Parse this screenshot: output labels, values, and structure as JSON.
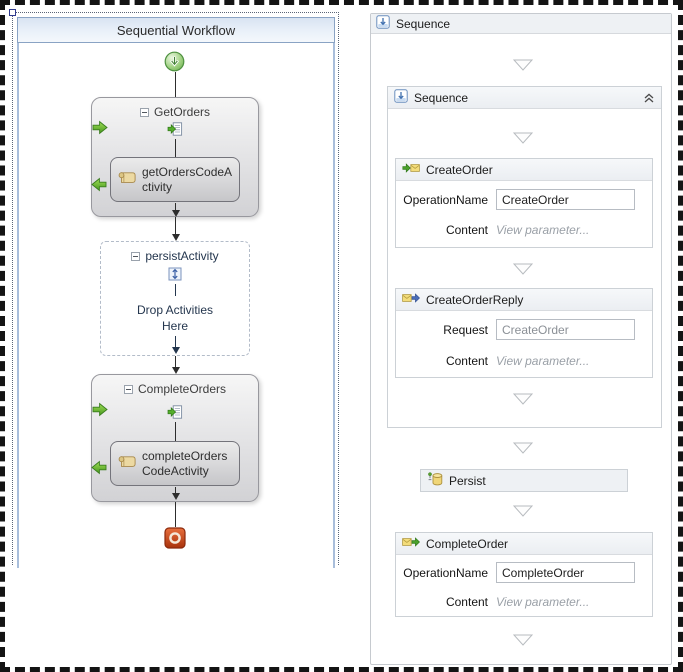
{
  "workflow_panel": {
    "title": "Sequential Workflow",
    "get_orders": {
      "title": "GetOrders",
      "child_label": "getOrdersCodeActivity"
    },
    "persist_activity": {
      "title": "persistActivity",
      "drop_hint": "Drop Activities Here"
    },
    "complete_orders": {
      "title": "CompleteOrders",
      "child_label": "completeOrdersCodeActivity"
    }
  },
  "designer_panel": {
    "breadcrumb": {
      "label": "Sequence"
    },
    "sequence": {
      "title": "Sequence"
    },
    "create_order": {
      "title": "CreateOrder",
      "operation_name_label": "OperationName",
      "operation_name_value": "CreateOrder",
      "content_label": "Content",
      "content_value": "View parameter..."
    },
    "create_order_reply": {
      "title": "CreateOrderReply",
      "request_label": "Request",
      "request_value": "CreateOrder",
      "content_label": "Content",
      "content_value": "View parameter..."
    },
    "persist": {
      "title": "Persist"
    },
    "complete_order": {
      "title": "CompleteOrder",
      "operation_name_label": "OperationName",
      "operation_name_value": "CompleteOrder",
      "content_label": "Content",
      "content_value": "View parameter..."
    }
  },
  "colors": {
    "workflow_border_blue": "#a9bedb",
    "green_arrow": "#4aa02c",
    "stop_red": "#c43f17",
    "envelope_yellow": "#f3dc7a",
    "panel_border_gray": "#ccd1d6"
  }
}
